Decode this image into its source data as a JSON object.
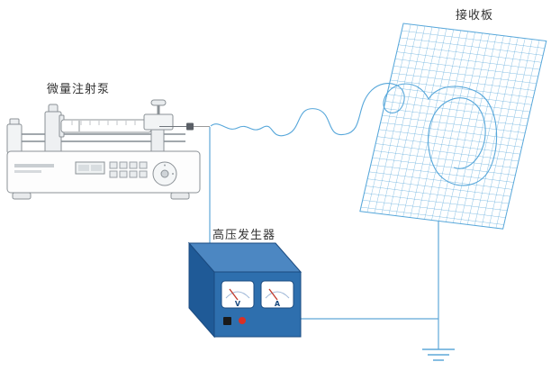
{
  "labels": {
    "syringe_pump": "微量注射泵",
    "collector_plate": "接收板",
    "hv_generator": "高压发生器"
  },
  "generator": {
    "voltmeter_label": "V",
    "ammeter_label": "A"
  },
  "colors": {
    "wire": "#5FA8D8",
    "grid": "#57A7DA",
    "fiber": "#57A7DA",
    "box_front": "#2E6FAE",
    "box_top": "#4C87C2",
    "box_side": "#1F5A97",
    "box_outline": "#1B4B80",
    "meter_needle": "#C0392B",
    "indicator": "#D93025",
    "switch": "#1A1A1A"
  }
}
